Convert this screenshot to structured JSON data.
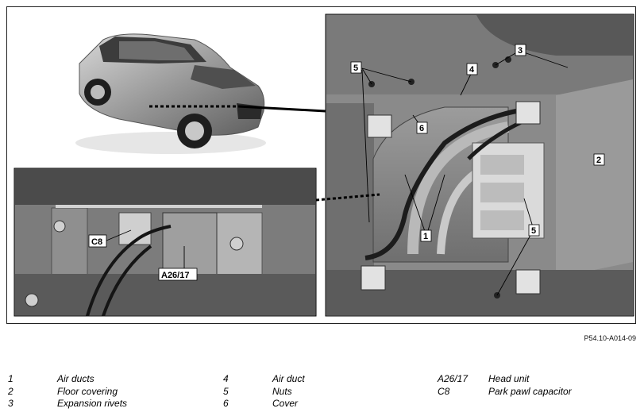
{
  "figure": {
    "code": "P54.10-A014-09",
    "callouts": {
      "c1": "1",
      "c2": "2",
      "c3": "3",
      "c4": "4",
      "c5a": "5",
      "c5b": "5",
      "c6": "6",
      "a26": "A26/17",
      "c8": "C8"
    }
  },
  "legend": {
    "col1": [
      {
        "num": "1",
        "label": "Air ducts"
      },
      {
        "num": "2",
        "label": "Floor covering"
      },
      {
        "num": "3",
        "label": "Expansion rivets"
      }
    ],
    "col2": [
      {
        "num": "4",
        "label": "Air duct"
      },
      {
        "num": "5",
        "label": "Nuts"
      },
      {
        "num": "6",
        "label": "Cover"
      }
    ],
    "col3": [
      {
        "num": "A26/17",
        "label": "Head unit"
      },
      {
        "num": "C8",
        "label": "Park pawl capacitor"
      }
    ]
  }
}
